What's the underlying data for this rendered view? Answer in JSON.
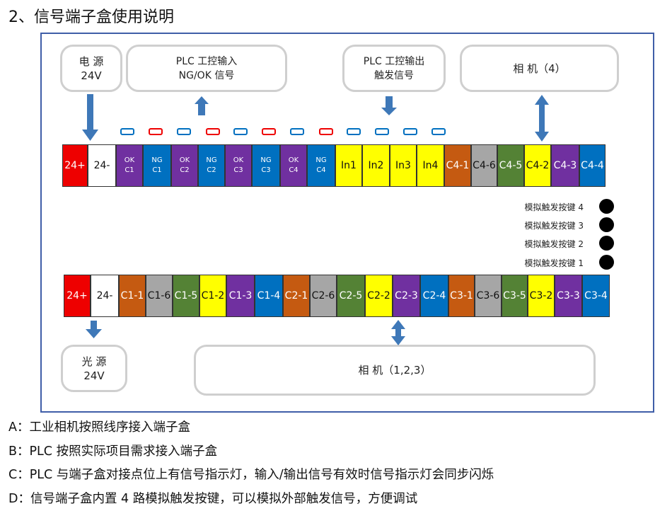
{
  "title": "2、信号端子盒使用说明",
  "boxes": {
    "power_line1": "电 源",
    "power_line2": "24V",
    "plc_in_line1": "PLC 工控输入",
    "plc_in_line2": "NG/OK 信号",
    "plc_out_line1": "PLC 工控输出",
    "plc_out_line2": "触发信号",
    "camera4": "相  机（4）",
    "light_line1": "光 源",
    "light_line2": "24V",
    "camera123": "相  机（1,2,3）"
  },
  "colors": {
    "red": "#ee0000",
    "purple": "#7030a0",
    "blue": "#0070c0",
    "yellow": "#ffff00",
    "orange": "#c55a11",
    "gray": "#a6a6a6",
    "green": "#548235",
    "white": "#ffffff",
    "arrow": "#3e78b8",
    "frame": "#3f5ea8"
  },
  "top_strip": [
    {
      "t1": "24+",
      "t2": "",
      "color": "red",
      "small": false
    },
    {
      "t1": "24-",
      "t2": "",
      "color": "white",
      "small": false
    },
    {
      "t1": "OK",
      "t2": "C1",
      "color": "purple",
      "small": true
    },
    {
      "t1": "NG",
      "t2": "C1",
      "color": "blue",
      "small": true
    },
    {
      "t1": "OK",
      "t2": "C2",
      "color": "purple",
      "small": true
    },
    {
      "t1": "NG",
      "t2": "C2",
      "color": "blue",
      "small": true
    },
    {
      "t1": "OK",
      "t2": "C3",
      "color": "purple",
      "small": true
    },
    {
      "t1": "NG",
      "t2": "C3",
      "color": "blue",
      "small": true
    },
    {
      "t1": "OK",
      "t2": "C4",
      "color": "purple",
      "small": true
    },
    {
      "t1": "NG",
      "t2": "C4",
      "color": "blue",
      "small": true
    },
    {
      "t1": "In1",
      "t2": "",
      "color": "yellow",
      "small": false
    },
    {
      "t1": "In2",
      "t2": "",
      "color": "yellow",
      "small": false
    },
    {
      "t1": "In3",
      "t2": "",
      "color": "yellow",
      "small": false
    },
    {
      "t1": "In4",
      "t2": "",
      "color": "yellow",
      "small": false
    },
    {
      "t1": "C4-1",
      "t2": "",
      "color": "orange",
      "small": false
    },
    {
      "t1": "C4-6",
      "t2": "",
      "color": "gray",
      "small": false
    },
    {
      "t1": "C4-5",
      "t2": "",
      "color": "green",
      "small": false
    },
    {
      "t1": "C4-2",
      "t2": "",
      "color": "yellow",
      "small": false
    },
    {
      "t1": "C4-3",
      "t2": "",
      "color": "purple",
      "small": false
    },
    {
      "t1": "C4-4",
      "t2": "",
      "color": "blue",
      "small": false
    }
  ],
  "bottom_strip": [
    {
      "t1": "24+",
      "color": "red"
    },
    {
      "t1": "24-",
      "color": "white"
    },
    {
      "t1": "C1-1",
      "color": "orange"
    },
    {
      "t1": "C1-6",
      "color": "gray"
    },
    {
      "t1": "C1-5",
      "color": "green"
    },
    {
      "t1": "C1-2",
      "color": "yellow"
    },
    {
      "t1": "C1-3",
      "color": "purple"
    },
    {
      "t1": "C1-4",
      "color": "blue"
    },
    {
      "t1": "C2-1",
      "color": "orange"
    },
    {
      "t1": "C2-6",
      "color": "gray"
    },
    {
      "t1": "C2-5",
      "color": "green"
    },
    {
      "t1": "C2-2",
      "color": "yellow"
    },
    {
      "t1": "C2-3",
      "color": "purple"
    },
    {
      "t1": "C2-4",
      "color": "blue"
    },
    {
      "t1": "C3-1",
      "color": "orange"
    },
    {
      "t1": "C3-6",
      "color": "gray"
    },
    {
      "t1": "C3-5",
      "color": "green"
    },
    {
      "t1": "C3-2",
      "color": "yellow"
    },
    {
      "t1": "C3-3",
      "color": "purple"
    },
    {
      "t1": "C3-4",
      "color": "blue"
    }
  ],
  "indicators": [
    "blue",
    "red",
    "blue",
    "red",
    "blue",
    "red",
    "blue",
    "red",
    "blue",
    "blue",
    "blue",
    "blue"
  ],
  "trigger_keys": [
    "模拟触发按键 4",
    "模拟触发按键 3",
    "模拟触发按键 2",
    "模拟触发按键 1"
  ],
  "notes": [
    "A：工业相机按照线序接入端子盒",
    "B：PLC 按照实际项目需求接入端子盒",
    "C：PLC 与端子盒对接点位上有信号指示灯，输入/输出信号有效时信号指示灯会同步闪烁",
    "D：信号端子盒内置 4 路模拟触发按键，可以模拟外部触发信号，方便调试"
  ]
}
